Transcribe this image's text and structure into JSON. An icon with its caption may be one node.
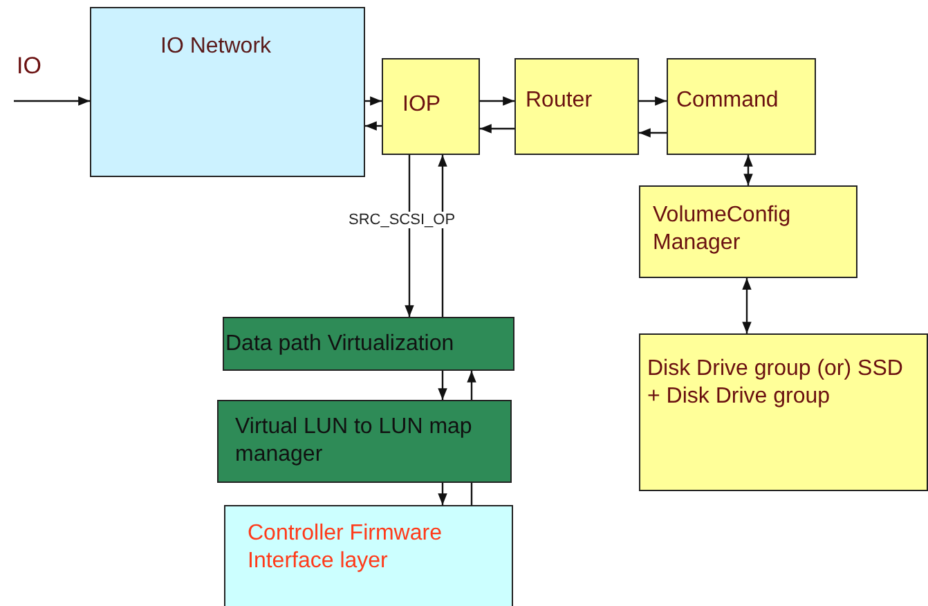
{
  "diagram": {
    "nodes": [
      {
        "text": [
          "IO Network"
        ]
      },
      {
        "text": [
          "IOP"
        ]
      },
      {
        "text": [
          "Router"
        ]
      },
      {
        "text": [
          "Command"
        ]
      },
      {
        "text": [
          "VolumeConfig Manager"
        ]
      },
      {
        "text": [
          "Disk Drive group (or) SSD + Disk Drive group"
        ]
      },
      {
        "text": [
          "Data path Virtualization"
        ]
      },
      {
        "text": [
          "Virtual LUN to LUN map manager"
        ]
      },
      {
        "text": [
          "Controller Firmware Interface  layer"
        ]
      }
    ],
    "edges": [
      {
        "from": null,
        "to": 0,
        "arrow": "to",
        "label": "IO"
      },
      {
        "from": 0,
        "to": 1,
        "arrow": "to"
      },
      {
        "from": 1,
        "to": 0,
        "arrow": "to"
      },
      {
        "from": 1,
        "to": 2,
        "arrow": "to"
      },
      {
        "from": 2,
        "to": 1,
        "arrow": "to"
      },
      {
        "from": 2,
        "to": 3,
        "arrow": "to"
      },
      {
        "from": 3,
        "to": 2,
        "arrow": "to"
      },
      {
        "from": 3,
        "to": 4,
        "arrow": "both"
      },
      {
        "from": 4,
        "to": 5,
        "arrow": "both"
      },
      {
        "from": 1,
        "to": 6,
        "arrow": "to",
        "label": "SRC_SCSI_OP"
      },
      {
        "from": 6,
        "to": 1,
        "arrow": "to"
      },
      {
        "from": 6,
        "to": 7,
        "arrow": "to"
      },
      {
        "from": 7,
        "to": 6,
        "arrow": "to"
      },
      {
        "from": 7,
        "to": 8,
        "arrow": "to"
      },
      {
        "from": 8,
        "to": 7,
        "arrow": "none"
      }
    ]
  }
}
